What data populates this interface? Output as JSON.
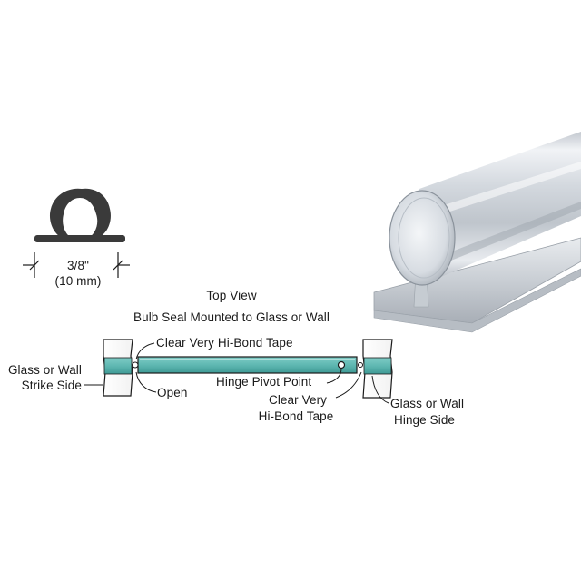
{
  "profile": {
    "dim_imperial": "3/8\"",
    "dim_metric": "(10 mm)"
  },
  "top_view": {
    "title_line1": "Top View",
    "title_line2": "Bulb Seal Mounted to Glass or Wall"
  },
  "callouts": {
    "tape_top": "Clear Very Hi-Bond Tape",
    "open": "Open",
    "pivot": "Hinge Pivot Point",
    "tape_bottom_line1": "Clear Very",
    "tape_bottom_line2": "Hi-Bond Tape",
    "strike_line1": "Glass or Wall",
    "strike_line2": "Strike Side",
    "hinge_line1": "Glass or Wall",
    "hinge_line2": "Hinge Side"
  },
  "colors": {
    "glass_teal": "#5fb8b2",
    "seal_clear": "#dfe3e8",
    "ink": "#1a1a1a"
  }
}
